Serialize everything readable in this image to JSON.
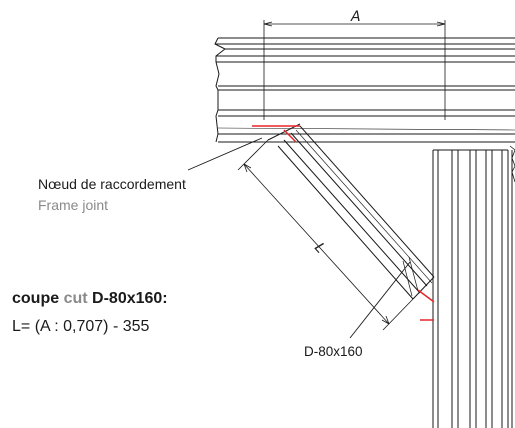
{
  "labels": {
    "joint_fr": "Nœud de raccordement",
    "joint_en": "Frame joint",
    "formula_word_fr": "coupe",
    "formula_word_en": "cut",
    "formula_part": "D-80x160:",
    "formula": "L= (A : 0,707) - 355",
    "part": "D-80x160",
    "dim_a": "A",
    "dim_l": "L"
  },
  "colors": {
    "line": "#1a1a1a",
    "accent": "#e8262a",
    "muted": "#8a8a8a"
  }
}
